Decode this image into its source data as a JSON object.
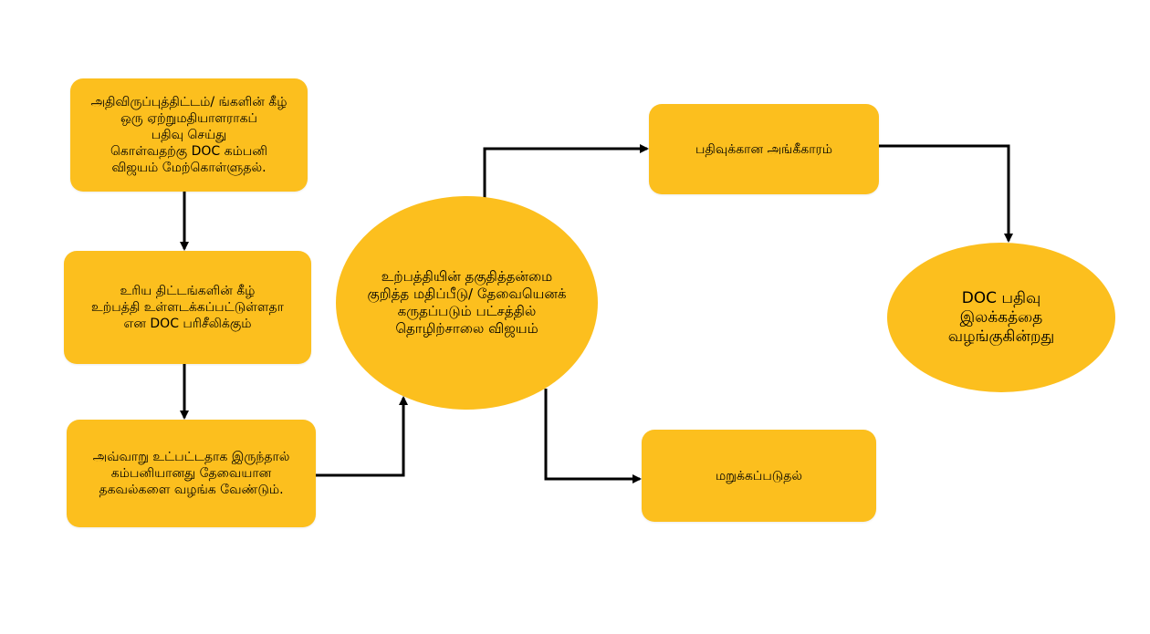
{
  "colors": {
    "node_fill": "#fcbf1e",
    "arrow": "#000000",
    "background": "#ffffff"
  },
  "nodes": {
    "box1": "அதிவிருப்புத்திட்டம்/ ங்களின் கீழ்\nஒரு ஏற்றுமதியாளராகப்\nபதிவு செய்து\nகொள்வதற்கு DOC கம்பனி\nவிஜயம் மேற்கொள்ளுதல்.",
    "box2": "உரிய திட்டங்களின் கீழ்\nஉற்பத்தி உள்ளடக்கப்பட்டுள்ளதா\nஎன DOC பரிசீலிக்கும்",
    "box3": "அவ்வாறு உட்பட்டதாக இருந்தால்\nகம்பனியானது தேவையான\nதகவல்களை வழங்க வேண்டும்.",
    "center_ellipse": "உற்பத்தியின் தகுதித்தன்மை\nகுறித்த மதிப்பீடு/ தேவையெனக்\nகருதப்படும் பட்சத்தில்\nதொழிற்சாலை விஜயம்",
    "approved": "பதிவுக்கான அங்கீகாரம்",
    "rejected": "மறுக்கப்படுதல்",
    "right_ellipse": "DOC பதிவு\nஇலக்கத்தை\nவழங்குகின்றது"
  }
}
